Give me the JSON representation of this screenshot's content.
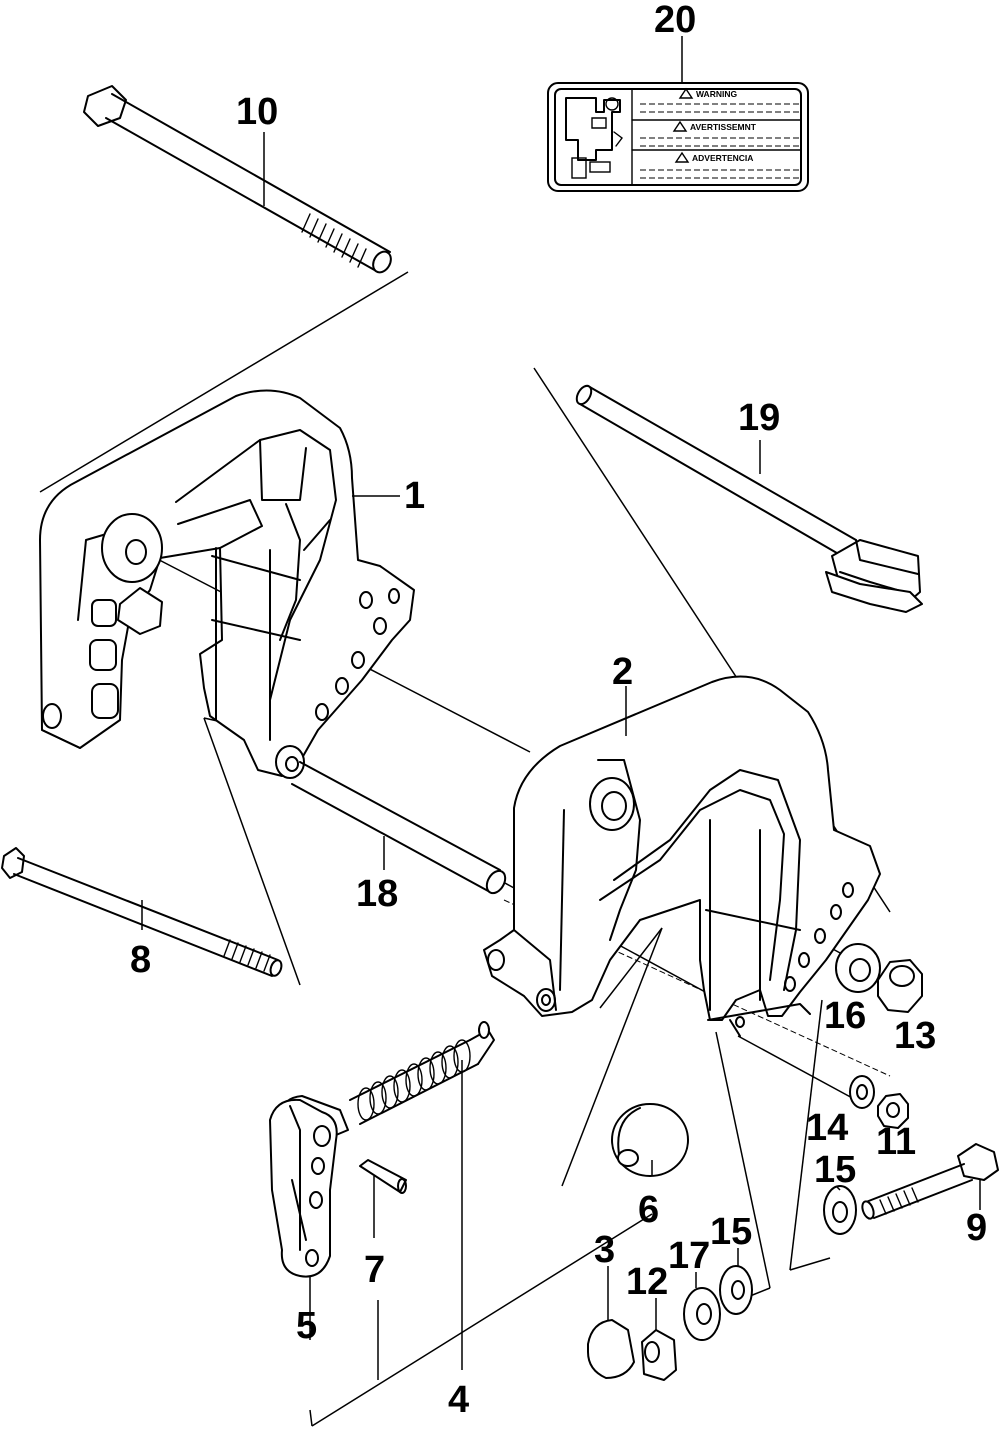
{
  "labels": {
    "p1": "1",
    "p2": "2",
    "p3": "3",
    "p4": "4",
    "p5": "5",
    "p6": "6",
    "p7": "7",
    "p8": "8",
    "p9": "9",
    "p10": "10",
    "p11": "11",
    "p12": "12",
    "p13": "13",
    "p14": "14",
    "p15a": "15",
    "p15b": "15",
    "p16": "16",
    "p17": "17",
    "p18": "18",
    "p19": "19",
    "p20": "20"
  },
  "decal": {
    "warning": "WARNING",
    "avertissement": "AVERTISSEMNT",
    "advertencia": "ADVERTENCIA"
  }
}
